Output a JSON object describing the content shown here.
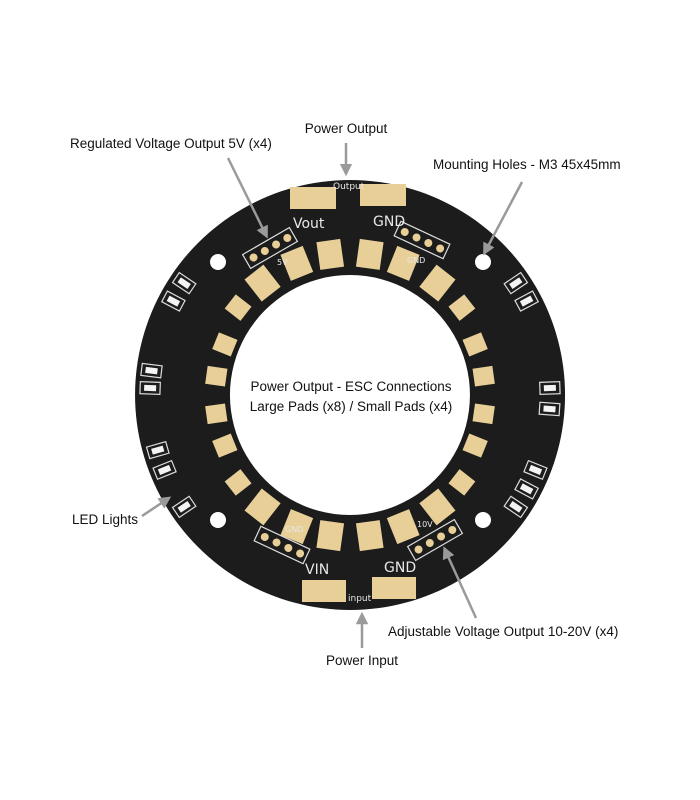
{
  "annotations": {
    "power_output": "Power Output",
    "regulated_5v": "Regulated Voltage Output 5V (x4)",
    "mounting_holes": "Mounting Holes - M3 45x45mm",
    "esc_line1": "Power Output - ESC Connections",
    "esc_line2": "Large Pads (x8) / Small Pads (x4)",
    "led_lights": "LED Lights",
    "adjustable": "Adjustable Voltage Output 10-20V (x4)",
    "power_input": "Power Input"
  },
  "board": {
    "output": "Output",
    "vout": "Vout",
    "gnd_top": "GND",
    "five_v": "5V",
    "gnd_header_top": "GND",
    "vin": "VIN",
    "gnd_bottom": "GND",
    "input": "input",
    "ten_v": "10V",
    "gnd_header_bottom": "GND"
  },
  "colors": {
    "board": "#1c1c1c",
    "pad": "#e8cf98",
    "silk": "#e8e8e8",
    "arrow": "#9a9a9a"
  }
}
